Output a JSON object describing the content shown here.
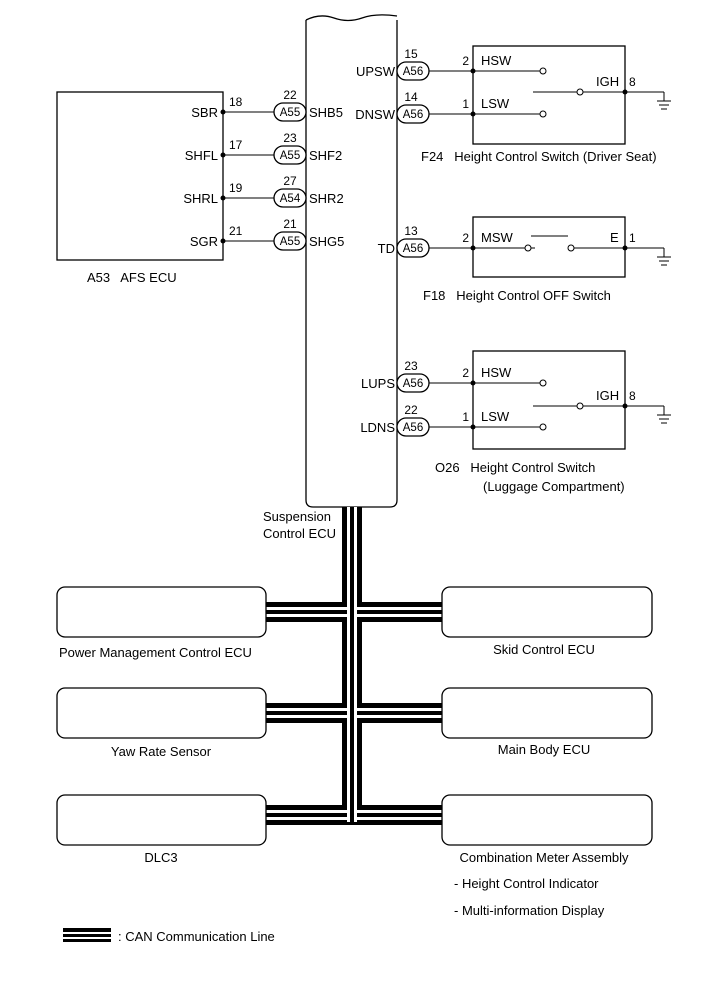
{
  "suspension_ecu": {
    "line1": "Suspension",
    "line2": "Control ECU"
  },
  "afs_ecu": {
    "title": "A53   AFS ECU",
    "pins": [
      {
        "terminal": "SBR",
        "pin": "18",
        "connector": "A55",
        "ecu_pin": "22",
        "ecu_terminal": "SHB5"
      },
      {
        "terminal": "SHFL",
        "pin": "17",
        "connector": "A55",
        "ecu_pin": "23",
        "ecu_terminal": "SHF2"
      },
      {
        "terminal": "SHRL",
        "pin": "19",
        "connector": "A54",
        "ecu_pin": "27",
        "ecu_terminal": "SHR2"
      },
      {
        "terminal": "SGR",
        "pin": "21",
        "connector": "A55",
        "ecu_pin": "21",
        "ecu_terminal": "SHG5"
      }
    ]
  },
  "f24": {
    "title": "F24   Height Control Switch (Driver Seat)",
    "up": {
      "ecu_terminal": "UPSW",
      "connector": "A56",
      "ecu_pin": "15",
      "pin": "2",
      "label": "HSW"
    },
    "down": {
      "ecu_terminal": "DNSW",
      "connector": "A56",
      "ecu_pin": "14",
      "pin": "1",
      "label": "LSW"
    },
    "gnd": {
      "label": "IGH",
      "pin": "8"
    }
  },
  "f18": {
    "title": "F18   Height Control OFF Switch",
    "sig": {
      "ecu_terminal": "TD",
      "connector": "A56",
      "ecu_pin": "13",
      "pin": "2",
      "label": "MSW"
    },
    "gnd": {
      "label": "E",
      "pin": "1"
    }
  },
  "o26": {
    "title_line1": "O26   Height Control Switch",
    "title_line2": "(Luggage Compartment)",
    "up": {
      "ecu_terminal": "LUPS",
      "connector": "A56",
      "ecu_pin": "23",
      "pin": "2",
      "label": "HSW"
    },
    "down": {
      "ecu_terminal": "LDNS",
      "connector": "A56",
      "ecu_pin": "22",
      "pin": "1",
      "label": "LSW"
    },
    "gnd": {
      "label": "IGH",
      "pin": "8"
    }
  },
  "can_ecus": {
    "power_mgmt": "Power Management Control ECU",
    "skid": "Skid Control ECU",
    "yaw": "Yaw Rate Sensor",
    "main_body": "Main Body ECU",
    "dlc3": "DLC3",
    "meter": "Combination Meter Assembly",
    "meter_items": [
      "- Height Control Indicator",
      "- Multi-information Display"
    ]
  },
  "legend": {
    "label": ": CAN Communication Line"
  }
}
